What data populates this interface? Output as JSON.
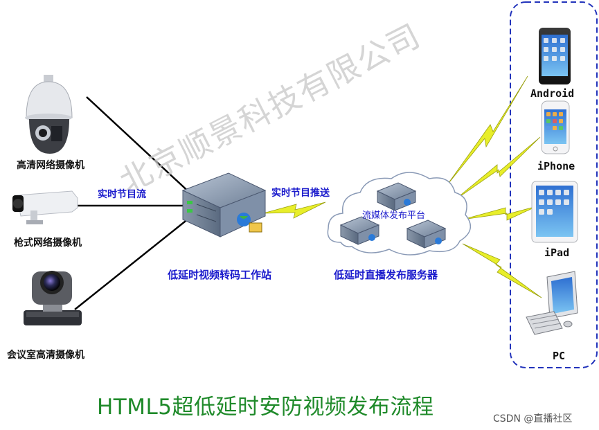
{
  "watermark": "北京顺景科技有限公司",
  "title": "HTML5超低延时安防视频发布流程",
  "credit": "CSDN @直播社区",
  "cameras": {
    "dome": "高清网络摄像机",
    "bullet": "枪式网络摄像机",
    "ptz": "会议室高清摄像机"
  },
  "links": {
    "live_stream": "实时节目流",
    "live_push": "实时节目推送"
  },
  "workstation": "低延时视频转码工作站",
  "cloud": {
    "label": "流媒体发布平台",
    "server_label": "低延时直播发布服务器"
  },
  "clients": [
    "Android",
    "iPhone",
    "iPad",
    "PC"
  ],
  "colors": {
    "title": "#1f8a2a",
    "blue_label": "#1a1acc",
    "lightning": "#e8ee2a",
    "dashed_border": "#2233bb"
  }
}
